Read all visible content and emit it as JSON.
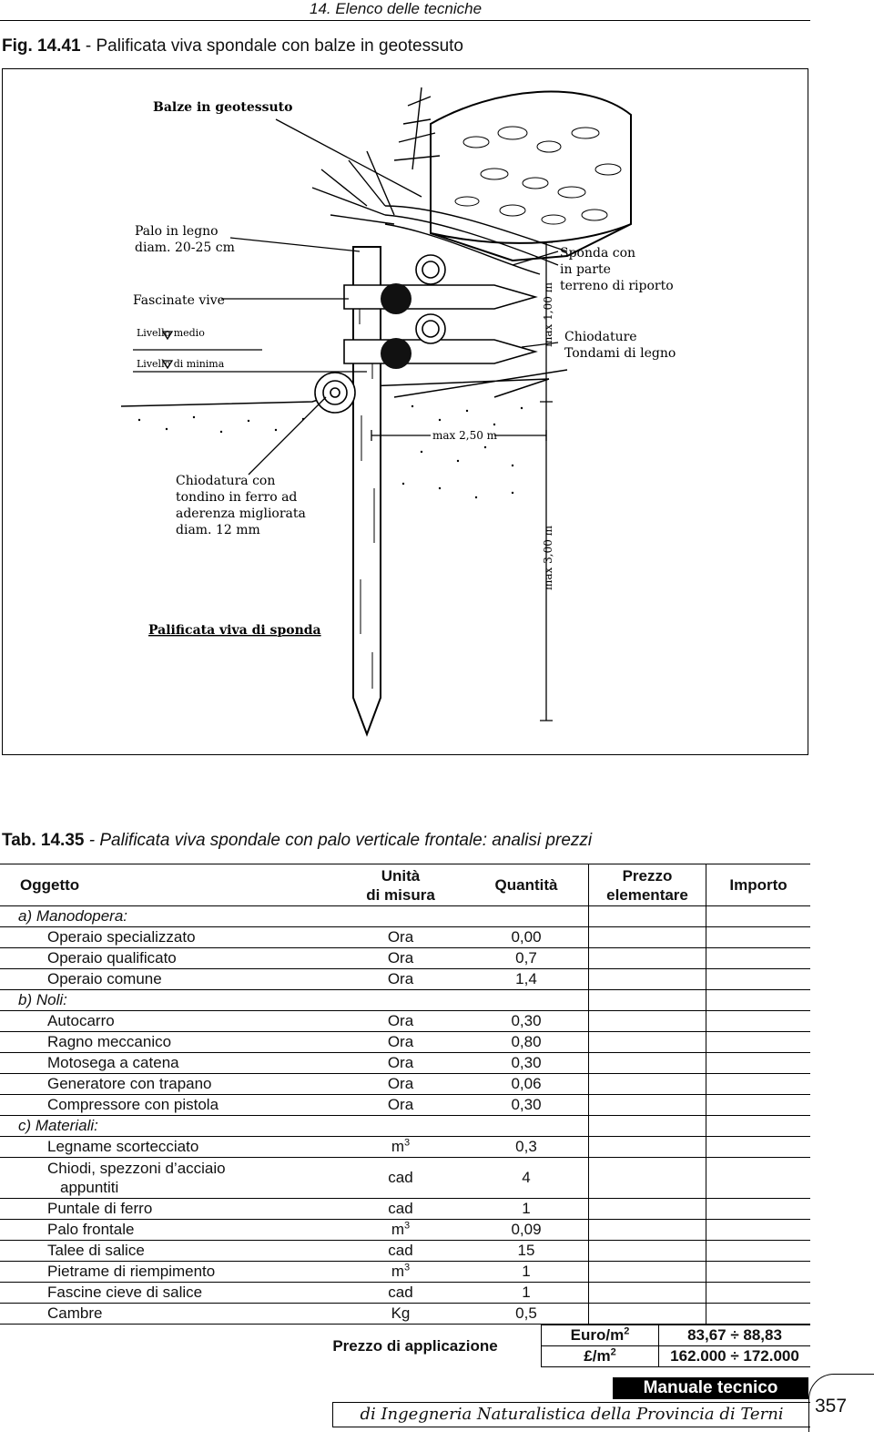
{
  "header": {
    "running_title": "14. Elenco delle tecniche"
  },
  "figure": {
    "caption_number": "Fig. 14.41",
    "caption_text": " - Palificata viva spondale con balze in geotessuto",
    "labels": {
      "balze": "Balze in geotessuto",
      "palo_1": "Palo in legno",
      "palo_2": "diam. 20-25 cm",
      "fascinate": "Fascinate vive",
      "livello_medio": "Livello medio",
      "livello_minima": "Livello di minima",
      "sponda_1": "Sponda con",
      "sponda_2": "in parte",
      "sponda_3": "terreno di riporto",
      "chiodature": "Chiodature",
      "tondami": "Tondami di legno",
      "max100": "max 1,00 m",
      "max250": "max 2,50 m",
      "max300": "max 3,00 m",
      "chiod_1": "Chiodatura con",
      "chiod_2": "tondino in ferro ad",
      "chiod_3": "aderenza migliorata",
      "chiod_4": "diam. 12 mm",
      "title": "Palificata viva di sponda"
    }
  },
  "table": {
    "caption_number": "Tab. 14.35",
    "caption_text": " - Palificata viva spondale con palo verticale frontale: analisi prezzi",
    "headers": {
      "oggetto": "Oggetto",
      "unita_1": "Unità",
      "unita_2": "di misura",
      "quantita": "Quantità",
      "prezzo_1": "Prezzo",
      "prezzo_2": "elementare",
      "importo": "Importo"
    },
    "rows": [
      {
        "kind": "section",
        "obj": "a) Manodopera:"
      },
      {
        "kind": "item",
        "obj": "Operaio specializzato",
        "unit": "Ora",
        "qty": "0,00"
      },
      {
        "kind": "item",
        "obj": "Operaio qualificato",
        "unit": "Ora",
        "qty": "0,7"
      },
      {
        "kind": "item",
        "obj": "Operaio comune",
        "unit": "Ora",
        "qty": "1,4"
      },
      {
        "kind": "section",
        "obj": "b) Noli:"
      },
      {
        "kind": "item",
        "obj": "Autocarro",
        "unit": "Ora",
        "qty": "0,30"
      },
      {
        "kind": "item",
        "obj": "Ragno meccanico",
        "unit": "Ora",
        "qty": "0,80"
      },
      {
        "kind": "item",
        "obj": "Motosega a catena",
        "unit": "Ora",
        "qty": "0,30"
      },
      {
        "kind": "item",
        "obj": "Generatore con trapano",
        "unit": "Ora",
        "qty": "0,06"
      },
      {
        "kind": "item",
        "obj": "Compressore con pistola",
        "unit": "Ora",
        "qty": "0,30"
      },
      {
        "kind": "section",
        "obj": "c) Materiali:"
      },
      {
        "kind": "item",
        "obj": "Legname scortecciato",
        "unit": "m",
        "unit_sup": "3",
        "qty": "0,3"
      },
      {
        "kind": "item2",
        "obj": "Chiodi, spezzoni d’acciaio",
        "obj_cont": "appuntiti",
        "unit": "cad",
        "qty": "4"
      },
      {
        "kind": "item",
        "obj": "Puntale di ferro",
        "unit": "cad",
        "qty": "1"
      },
      {
        "kind": "item",
        "obj": "Palo frontale",
        "unit": "m",
        "unit_sup": "3",
        "qty": "0,09"
      },
      {
        "kind": "item",
        "obj": "Talee di salice",
        "unit": "cad",
        "qty": "15"
      },
      {
        "kind": "item",
        "obj": "Pietrame di riempimento",
        "unit": "m",
        "unit_sup": "3",
        "qty": "1"
      },
      {
        "kind": "item",
        "obj": "Fascine cieve di salice",
        "unit": "cad",
        "qty": "1"
      },
      {
        "kind": "item",
        "obj": "Cambre",
        "unit": "Kg",
        "qty": "0,5"
      }
    ],
    "footer": {
      "label": "Prezzo di applicazione",
      "unit_euro": "Euro/m",
      "unit_euro_sup": "2",
      "value_euro": "83,67 ÷ 88,83",
      "unit_lire": "£/m",
      "unit_lire_sup": "2",
      "value_lire": "162.000 ÷ 172.000"
    }
  },
  "footer": {
    "manual_title": "Manuale tecnico",
    "manual_subtitle": "di Ingegneria Naturalistica della Provincia di Terni",
    "page_number": "357"
  }
}
